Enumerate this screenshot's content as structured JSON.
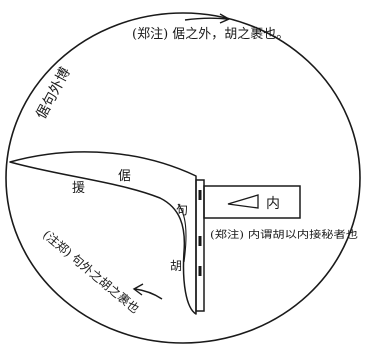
{
  "labels": {
    "top_note": "(郑注) 倨之外，胡之裹也。",
    "left_note": "倨句外博",
    "blade_upper": "倨",
    "blade_mid": "援",
    "hu_upper": "句",
    "hu_lower": "胡",
    "nei": "内",
    "right_note": "(郑注) 内谓胡以内接秘者也",
    "bottom_note": "(注郑) 句外之胡之裹也"
  },
  "colors": {
    "ink": "#1a1a1a",
    "paper": "#ffffff"
  }
}
